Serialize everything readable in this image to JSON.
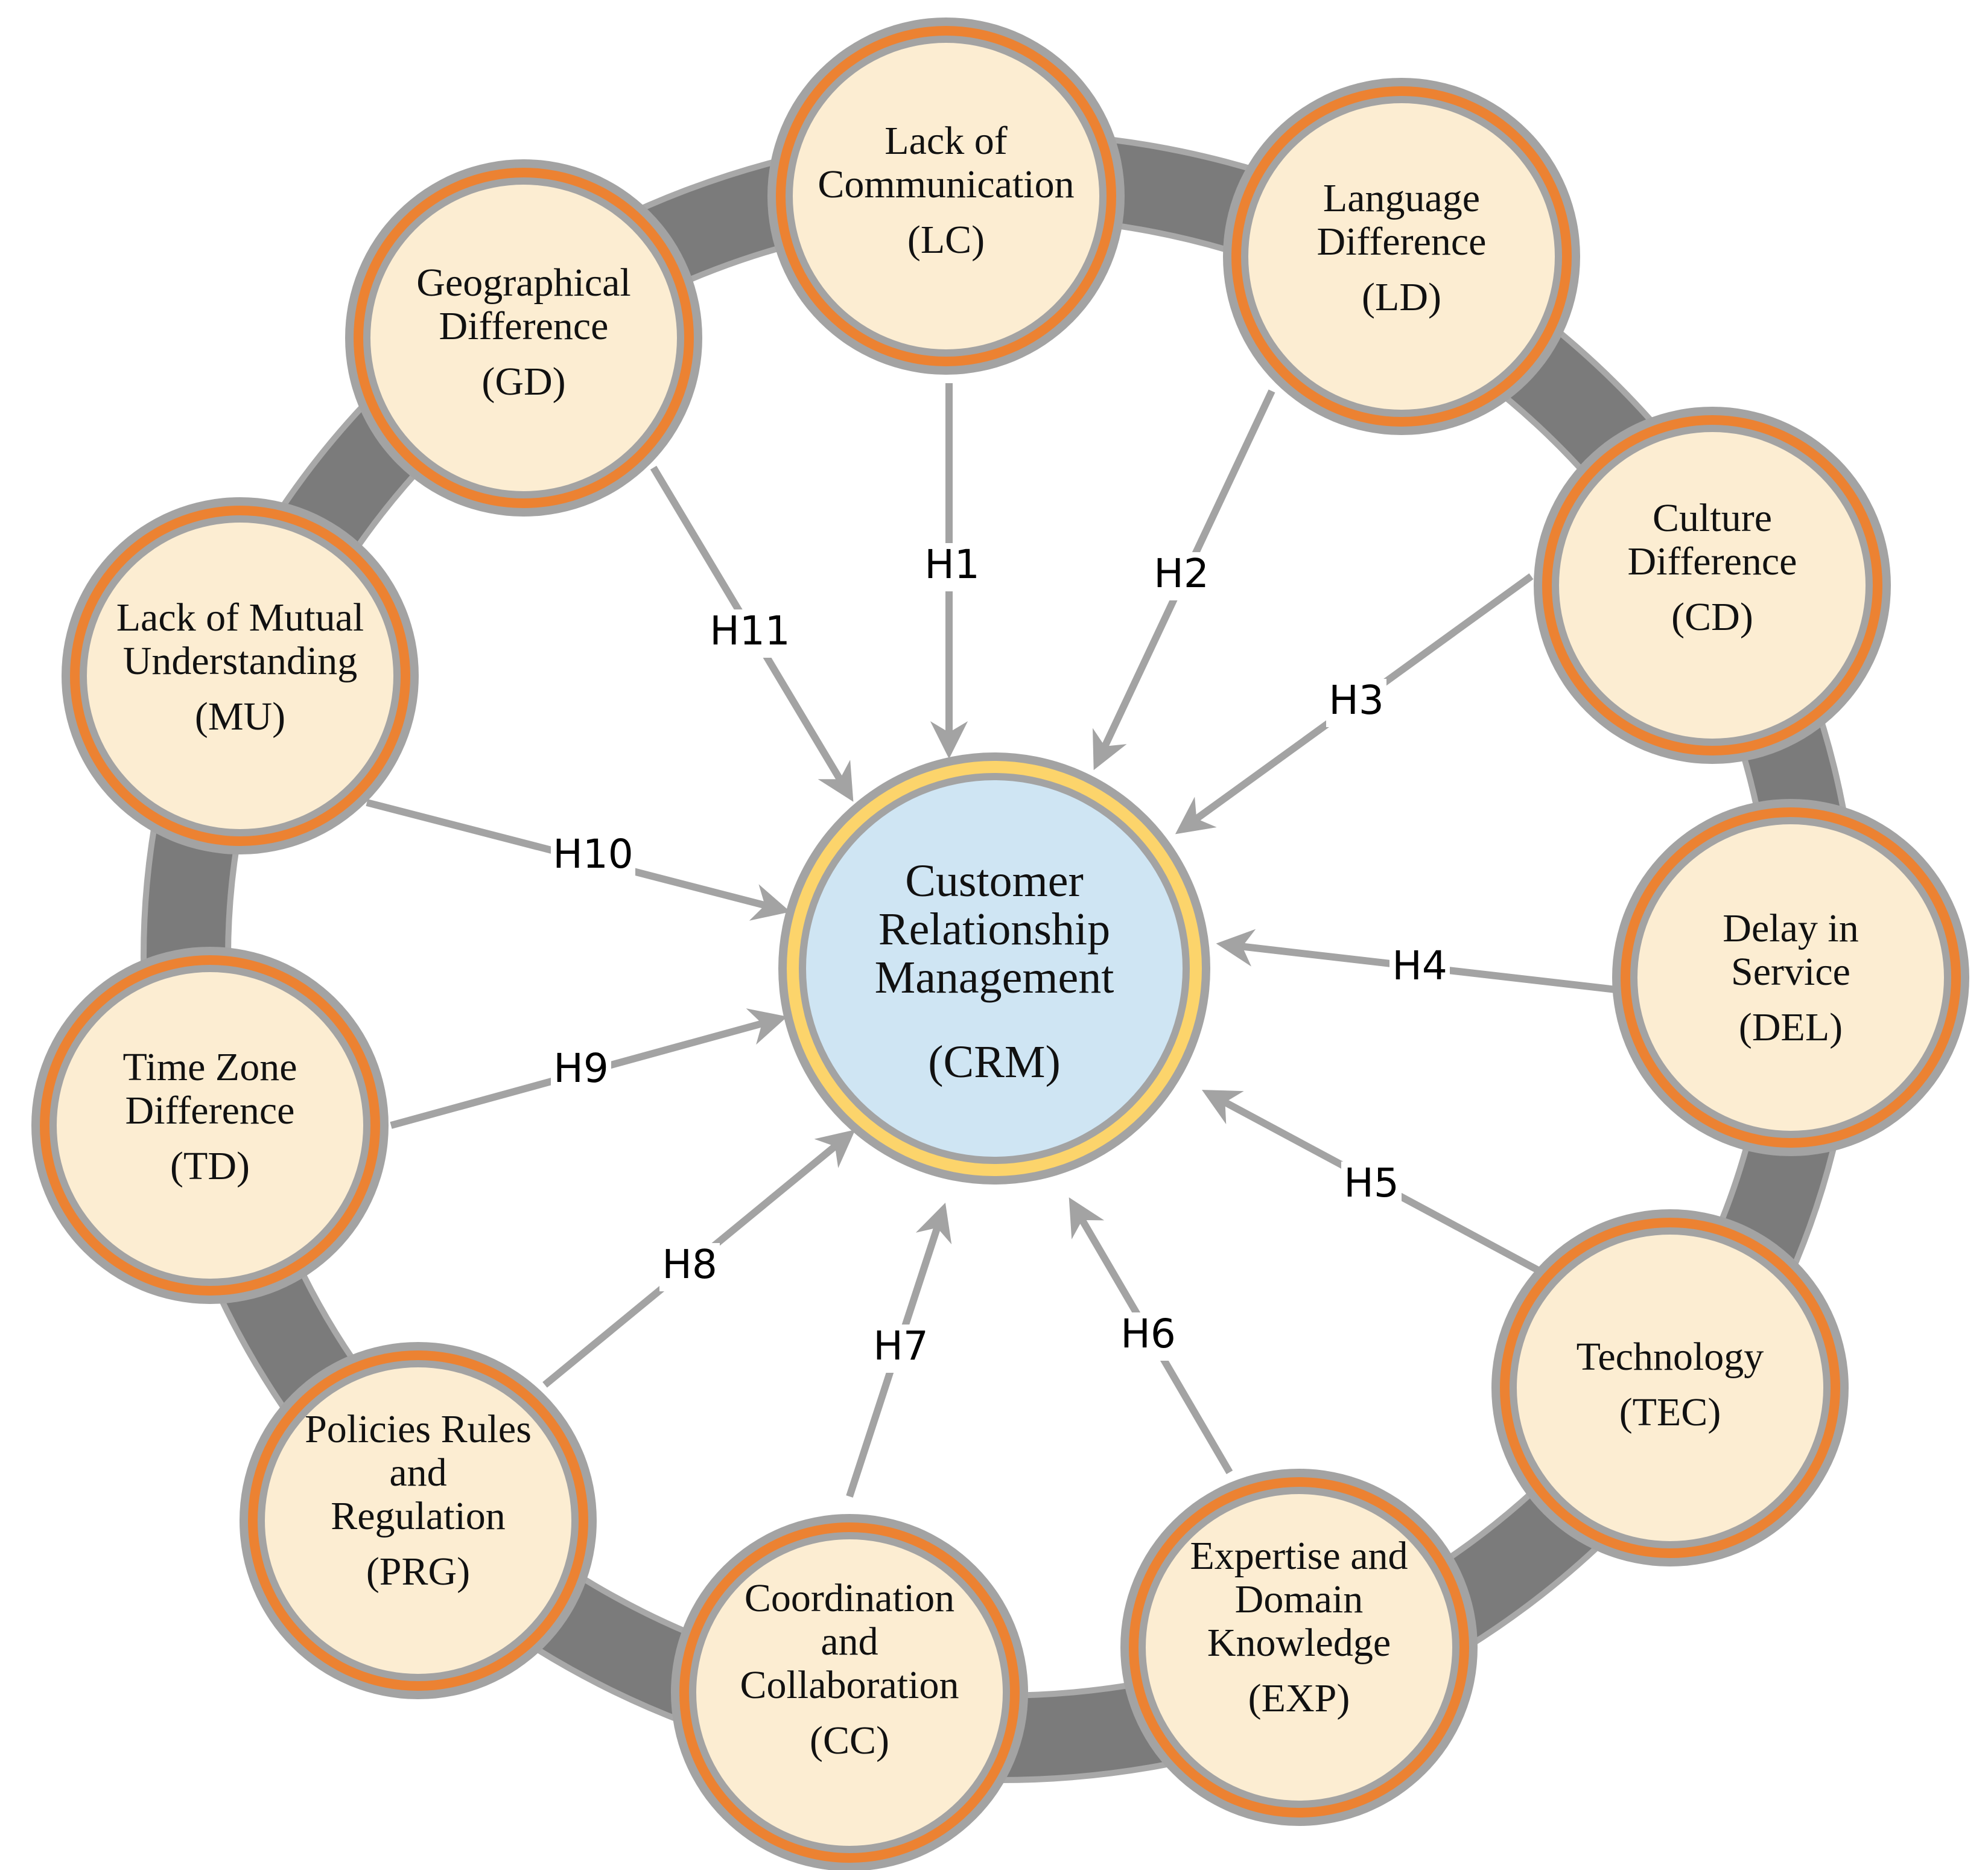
{
  "center": {
    "lines": [
      "Customer",
      "Relationship",
      "Management"
    ],
    "abbr": "(CRM)",
    "fill": "#cfe5f3",
    "ring": "#fcd46b"
  },
  "factors": [
    {
      "id": "LC",
      "lines": [
        "Lack of",
        "Communication"
      ],
      "abbr": "(LC)"
    },
    {
      "id": "LD",
      "lines": [
        "Language",
        "Difference"
      ],
      "abbr": "(LD)"
    },
    {
      "id": "CD",
      "lines": [
        "Culture",
        "Difference"
      ],
      "abbr": "(CD)"
    },
    {
      "id": "DEL",
      "lines": [
        "Delay in",
        "Service"
      ],
      "abbr": "(DEL)"
    },
    {
      "id": "TEC",
      "lines": [
        "Technology"
      ],
      "abbr": "(TEC)"
    },
    {
      "id": "EXP",
      "lines": [
        "Expertise and",
        "Domain",
        "Knowledge"
      ],
      "abbr": "(EXP)"
    },
    {
      "id": "CC",
      "lines": [
        "Coordination",
        "and",
        "Collaboration"
      ],
      "abbr": "(CC)"
    },
    {
      "id": "PRG",
      "lines": [
        "Policies Rules",
        "and",
        "Regulation"
      ],
      "abbr": "(PRG)"
    },
    {
      "id": "TD",
      "lines": [
        "Time Zone",
        "Difference"
      ],
      "abbr": "(TD)"
    },
    {
      "id": "MU",
      "lines": [
        "Lack of Mutual",
        "Understanding"
      ],
      "abbr": "(MU)"
    },
    {
      "id": "GD",
      "lines": [
        "Geographical",
        "Difference"
      ],
      "abbr": "(GD)"
    }
  ],
  "hypotheses": [
    {
      "label": "H1",
      "from": "LC"
    },
    {
      "label": "H2",
      "from": "LD"
    },
    {
      "label": "H3",
      "from": "CD"
    },
    {
      "label": "H4",
      "from": "DEL"
    },
    {
      "label": "H5",
      "from": "TEC"
    },
    {
      "label": "H6",
      "from": "EXP"
    },
    {
      "label": "H7",
      "from": "CC"
    },
    {
      "label": "H8",
      "from": "PRG"
    },
    {
      "label": "H9",
      "from": "TD"
    },
    {
      "label": "H10",
      "from": "MU"
    },
    {
      "label": "H11",
      "from": "GD"
    }
  ],
  "colors": {
    "node_fill": "#fcedd2",
    "node_orange": "#ec8232",
    "node_gray": "#a3a3a3",
    "outer_band": "#7b7b7b",
    "outer_band_edge": "#a8a8a8",
    "arrow": "#a3a3a3"
  }
}
